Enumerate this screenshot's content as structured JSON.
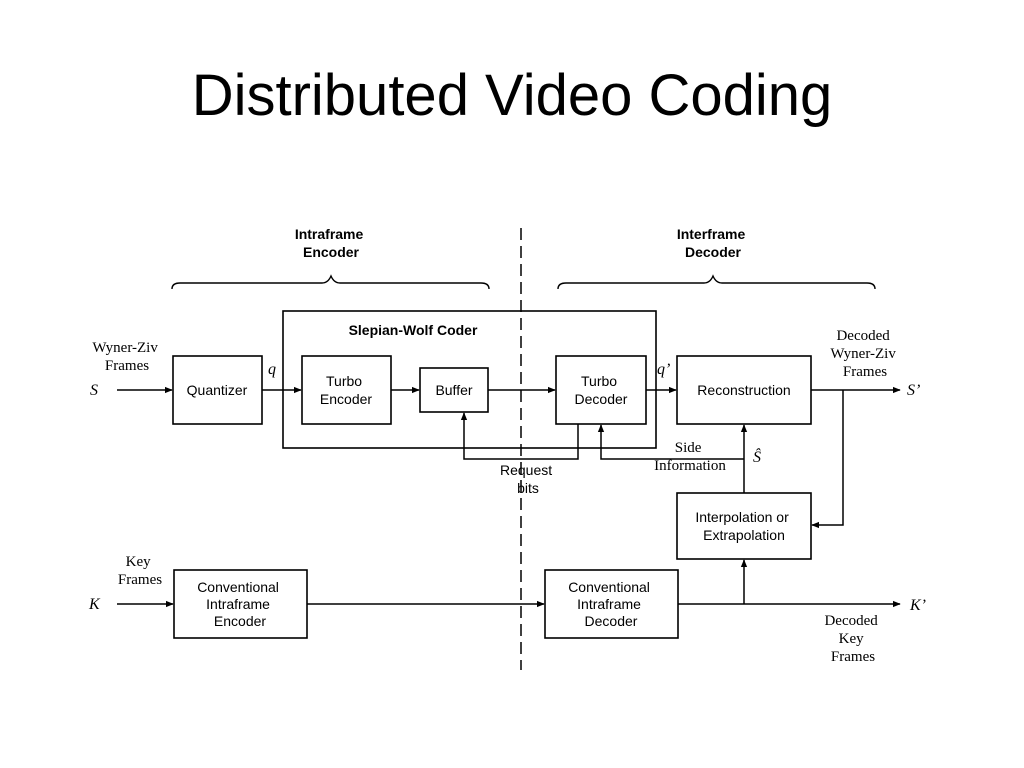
{
  "slide": {
    "title": "Distributed Video Coding"
  },
  "sections": {
    "encoder": [
      "Intraframe",
      "Encoder"
    ],
    "decoder": [
      "Interframe",
      "Decoder"
    ]
  },
  "frame_label": "Slepian-Wolf Coder",
  "blocks": {
    "quantizer": [
      "Quantizer"
    ],
    "turbo_encoder": [
      "Turbo",
      "Encoder"
    ],
    "buffer": [
      "Buffer"
    ],
    "turbo_decoder": [
      "Turbo",
      "Decoder"
    ],
    "reconstruction": [
      "Reconstruction"
    ],
    "interpolation": [
      "Interpolation or",
      "Extrapolation"
    ],
    "conv_encoder": [
      "Conventional",
      "Intraframe",
      "Encoder"
    ],
    "conv_decoder": [
      "Conventional",
      "Intraframe",
      "Decoder"
    ]
  },
  "labels": {
    "wz_input": [
      "Wyner-Ziv",
      "Frames"
    ],
    "s": "S",
    "q": "q",
    "q_prime": "q’",
    "decoded_wz": [
      "Decoded",
      "Wyner-Ziv",
      "Frames"
    ],
    "s_prime": "S’",
    "request_bits": [
      "Request",
      "bits"
    ],
    "side_info": [
      "Side",
      "Information"
    ],
    "s_hat": "Ŝ",
    "key_input": [
      "Key",
      "Frames"
    ],
    "k": "K",
    "decoded_key": [
      "Decoded",
      "Key",
      "Frames"
    ],
    "k_prime": "K’"
  }
}
